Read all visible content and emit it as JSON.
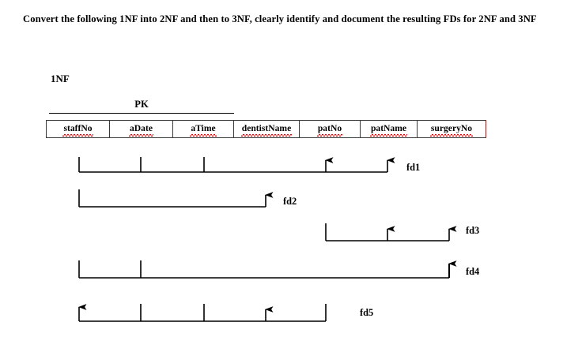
{
  "question": {
    "text": "Convert the following 1NF into 2NF and then to 3NF, clearly identify and document the resulting FDs for 2NF and 3NF"
  },
  "diagram": {
    "normal_form_label": "1NF",
    "pk_label": "PK",
    "relation": {
      "columns": [
        {
          "name": "staffNo",
          "misspelled": true
        },
        {
          "name": "aDate",
          "misspelled": true
        },
        {
          "name": "aTime",
          "misspelled": true
        },
        {
          "name": "dentistName",
          "misspelled": true
        },
        {
          "name": "patNo",
          "misspelled": true
        },
        {
          "name": "patName",
          "misspelled": true
        },
        {
          "name": "surgeryNo",
          "misspelled": true
        }
      ]
    },
    "primary_key_columns": [
      "staffNo",
      "aDate",
      "aTime"
    ],
    "functional_dependencies": [
      {
        "id": "fd1",
        "label": "fd1",
        "determinants": [
          "staffNo",
          "aDate",
          "aTime"
        ],
        "dependents": [
          "patNo",
          "patName"
        ]
      },
      {
        "id": "fd2",
        "label": "fd2",
        "determinants": [
          "staffNo"
        ],
        "dependents": [
          "dentistName"
        ]
      },
      {
        "id": "fd3",
        "label": "fd3",
        "determinants": [
          "patNo"
        ],
        "dependents": [
          "patName",
          "surgeryNo"
        ]
      },
      {
        "id": "fd4",
        "label": "fd4",
        "determinants": [
          "staffNo",
          "aDate"
        ],
        "dependents": [
          "surgeryNo"
        ]
      },
      {
        "id": "fd5",
        "label": "fd5",
        "determinants": [
          "aDate",
          "aTime",
          "patNo"
        ],
        "dependents": [
          "staffNo",
          "dentistName"
        ]
      }
    ],
    "colors": {
      "line": "#000000",
      "table_border": "#3a3a3a",
      "spellcheck_underline": "#e00000",
      "text": "#000000",
      "background": "#ffffff"
    }
  }
}
